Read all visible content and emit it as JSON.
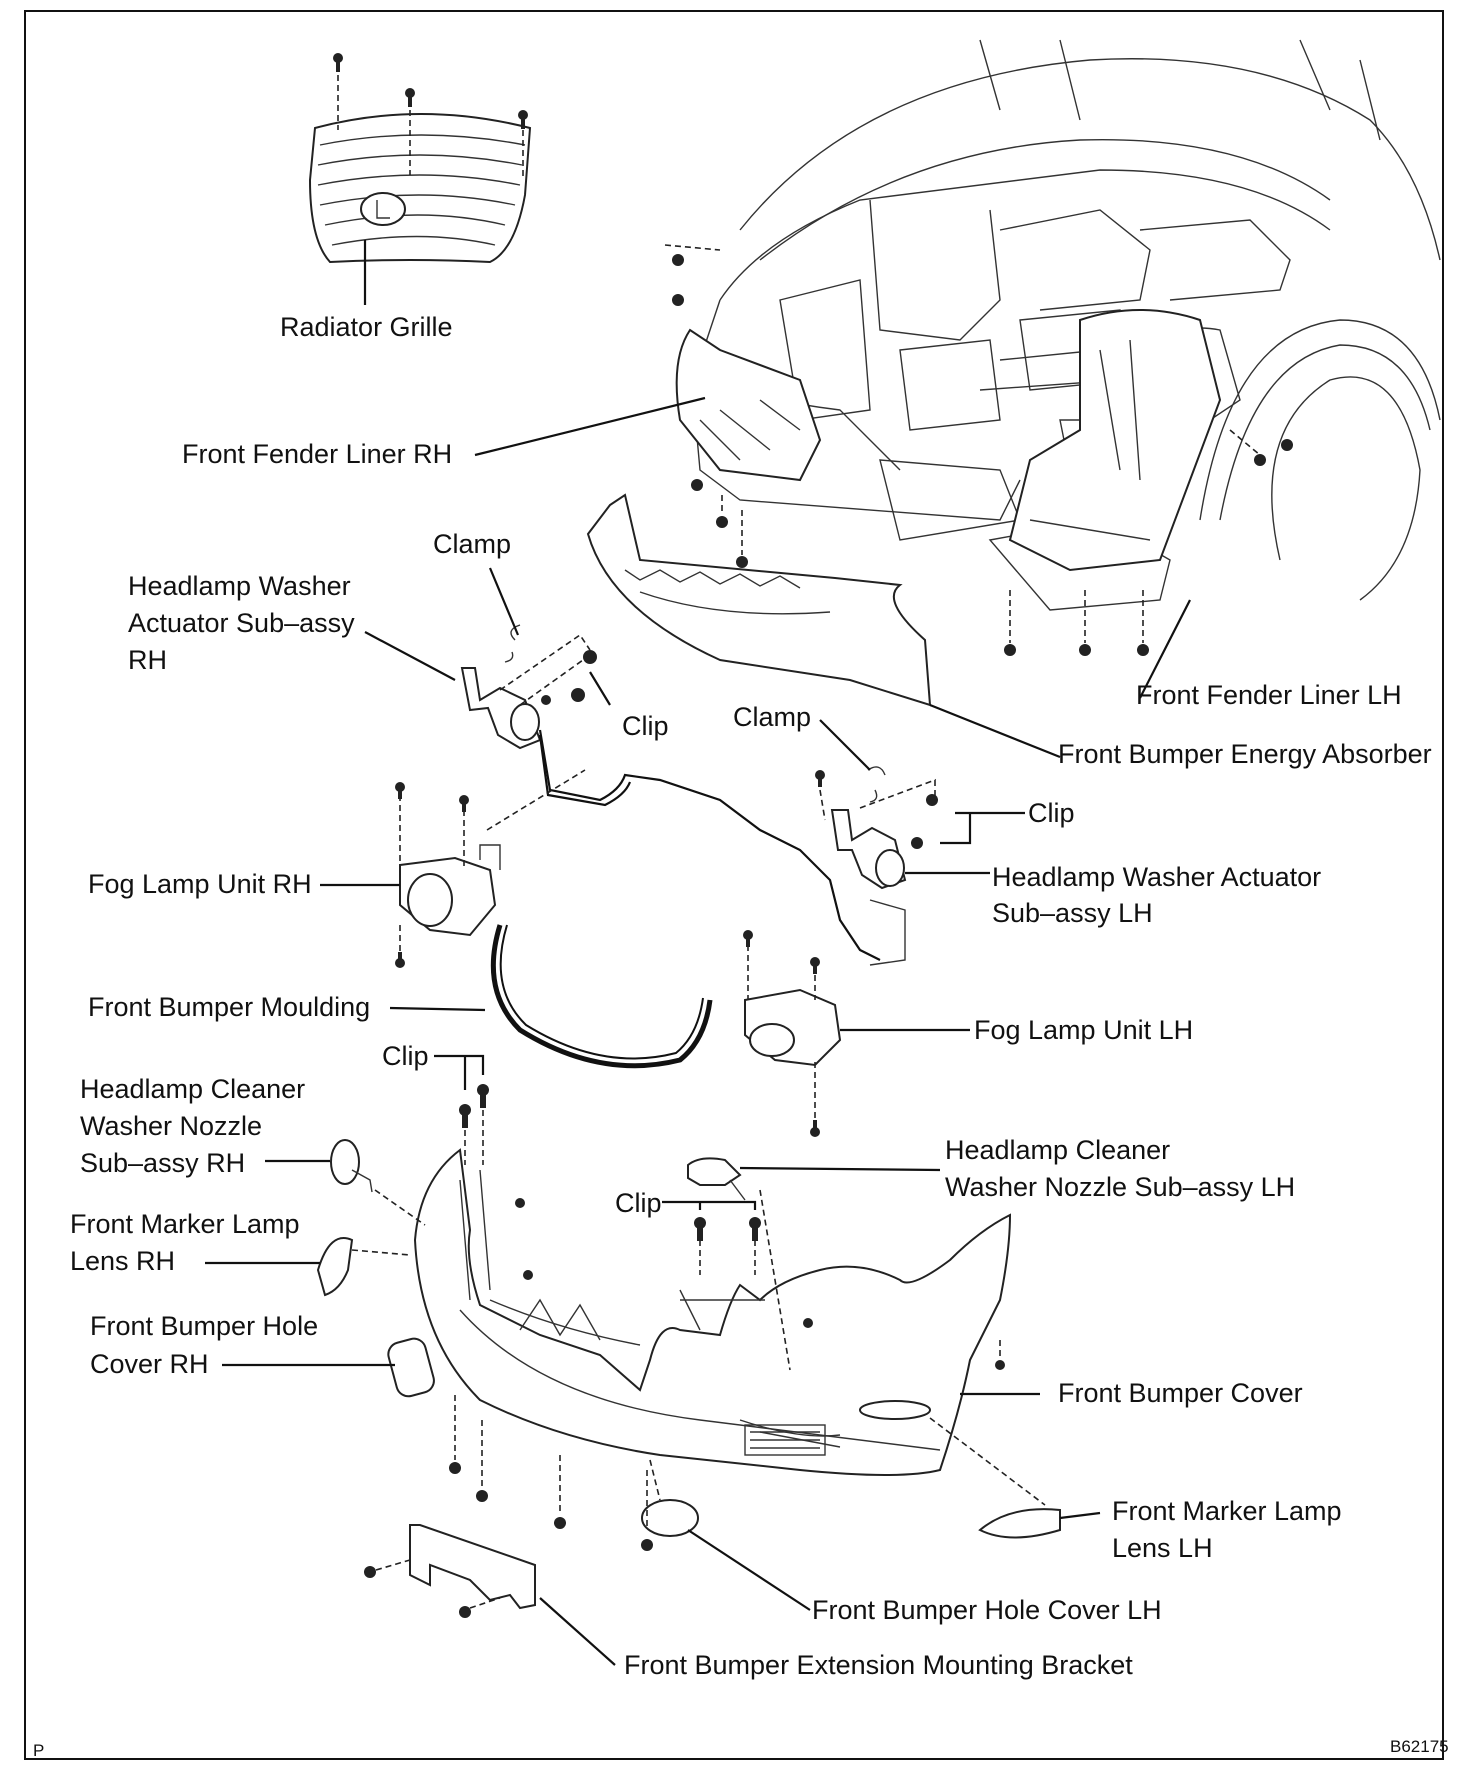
{
  "labels": {
    "radiator_grille": "Radiator Grille",
    "front_fender_liner_rh": "Front Fender Liner RH",
    "clamp_rh": "Clamp",
    "hl_washer_actuator_rh_1": "Headlamp Washer",
    "hl_washer_actuator_rh_2": "Actuator Sub–assy",
    "hl_washer_actuator_rh_3": "RH",
    "clip_rh_actuator": "Clip",
    "front_fender_liner_lh": "Front Fender Liner LH",
    "clamp_lh": "Clamp",
    "front_bumper_energy_absorber": "Front Bumper Energy Absorber",
    "clip_lh_actuator": "Clip",
    "fog_lamp_unit_rh": "Fog Lamp Unit RH",
    "hl_washer_actuator_lh_1": "Headlamp Washer Actuator",
    "hl_washer_actuator_lh_2": "Sub–assy LH",
    "front_bumper_moulding": "Front Bumper Moulding",
    "fog_lamp_unit_lh": "Fog Lamp Unit LH",
    "clip_upper": "Clip",
    "hl_cleaner_nozzle_rh_1": "Headlamp Cleaner",
    "hl_cleaner_nozzle_rh_2": "Washer Nozzle",
    "hl_cleaner_nozzle_rh_3": "Sub–assy RH",
    "hl_cleaner_nozzle_lh_1": "Headlamp Cleaner",
    "hl_cleaner_nozzle_lh_2": "Washer Nozzle Sub–assy LH",
    "front_marker_lamp_rh_1": "Front Marker Lamp",
    "front_marker_lamp_rh_2": "Lens RH",
    "clip_lower": "Clip",
    "front_bumper_hole_cover_rh_1": "Front  Bumper  Hole",
    "front_bumper_hole_cover_rh_2": "Cover RH",
    "front_bumper_cover": "Front Bumper Cover",
    "front_marker_lamp_lh_1": "Front Marker Lamp",
    "front_marker_lamp_lh_2": "Lens LH",
    "front_bumper_hole_cover_lh": "Front Bumper Hole Cover LH",
    "front_bumper_ext_bracket": "Front Bumper Extension Mounting Bracket"
  },
  "footer": {
    "corner_mark": "P",
    "figure_code": "B62175"
  }
}
